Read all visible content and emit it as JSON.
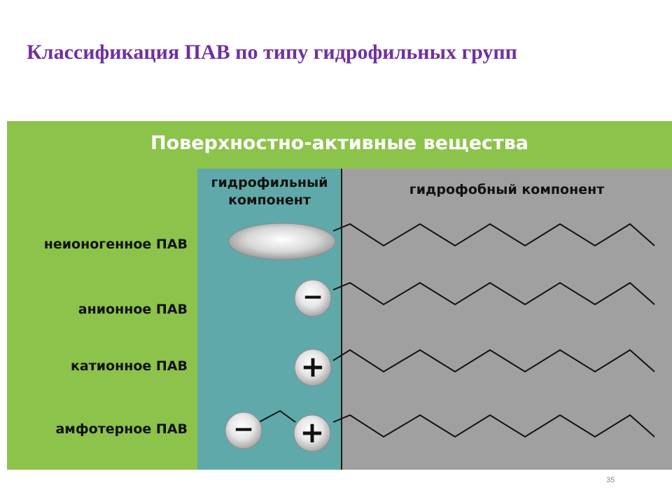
{
  "slide": {
    "title": "Классификация ПАВ по типу гидрофильных групп",
    "page_number": "35"
  },
  "diagram": {
    "header": "Поверхностно-активные вещества",
    "columns": {
      "hydrophilic": "гидрофильный компонент",
      "hydrophobic": "гидрофобный компонент"
    },
    "rows": [
      {
        "label": "неионогенное ПАВ",
        "head": "neutral"
      },
      {
        "label": "анионное ПАВ",
        "head": "minus"
      },
      {
        "label": "катионное ПАВ",
        "head": "plus"
      },
      {
        "label": "амфотерное ПАВ",
        "head": "minus+plus"
      }
    ],
    "symbols": {
      "minus": "−",
      "plus": "+"
    },
    "colors": {
      "panel": "#8cc34a",
      "hydrophilic_column": "#60a9ab",
      "hydrophobic_column": "#a0a0a0",
      "title": "#7030a0"
    }
  }
}
